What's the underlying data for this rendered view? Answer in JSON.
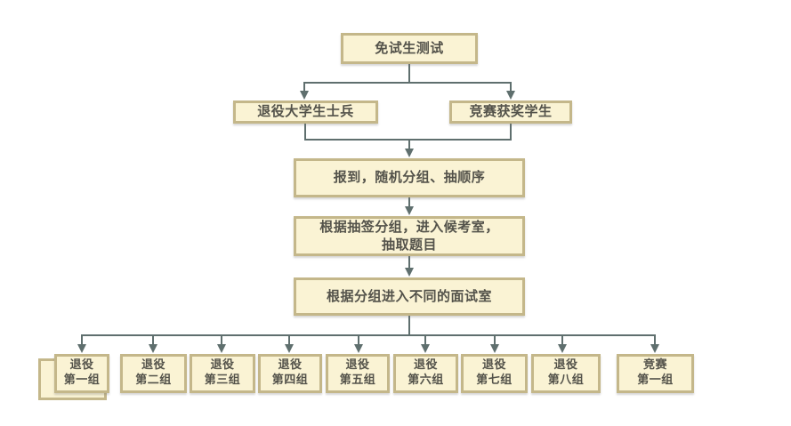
{
  "diagram_type": "flowchart",
  "colors": {
    "box_fill": "#FAF3D4",
    "box_border": "#C4B78A",
    "text": "#53524A",
    "connector": "#5F6F6E",
    "background": "#FFFFFF"
  },
  "nodes": {
    "top": {
      "label": "免试生测试"
    },
    "branch_left": {
      "label": "退役大学生士兵"
    },
    "branch_right": {
      "label": "竞赛获奖学生"
    },
    "step_checkin": {
      "label": "报到，随机分组、抽顺序"
    },
    "step_draw": {
      "label": "根据抽签分组，进入候考室，\n抽取题目"
    },
    "step_interview": {
      "label": "根据分组进入不同的面试室"
    },
    "groups": [
      {
        "label": "退役\n第一组"
      },
      {
        "label": "退役\n第二组"
      },
      {
        "label": "退役\n第三组"
      },
      {
        "label": "退役\n第四组"
      },
      {
        "label": "退役\n第五组"
      },
      {
        "label": "退役\n第六组"
      },
      {
        "label": "退役\n第七组"
      },
      {
        "label": "退役\n第八组"
      },
      {
        "label": "竞赛\n第一组"
      }
    ]
  }
}
